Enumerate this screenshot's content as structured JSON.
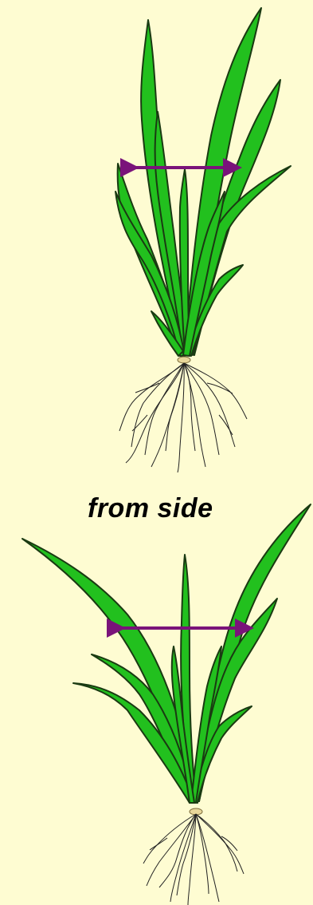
{
  "caption": "from side",
  "colors": {
    "background": "#FEFCD2",
    "leaf_fill": "#22C01E",
    "leaf_outline": "#1a3a12",
    "arrow": "#7A137A",
    "caption": "#000000",
    "edge_text": "#8B1A6B"
  },
  "figures": [
    {
      "name": "plant-top",
      "width_arrow": true
    },
    {
      "name": "plant-side",
      "width_arrow": true
    }
  ]
}
